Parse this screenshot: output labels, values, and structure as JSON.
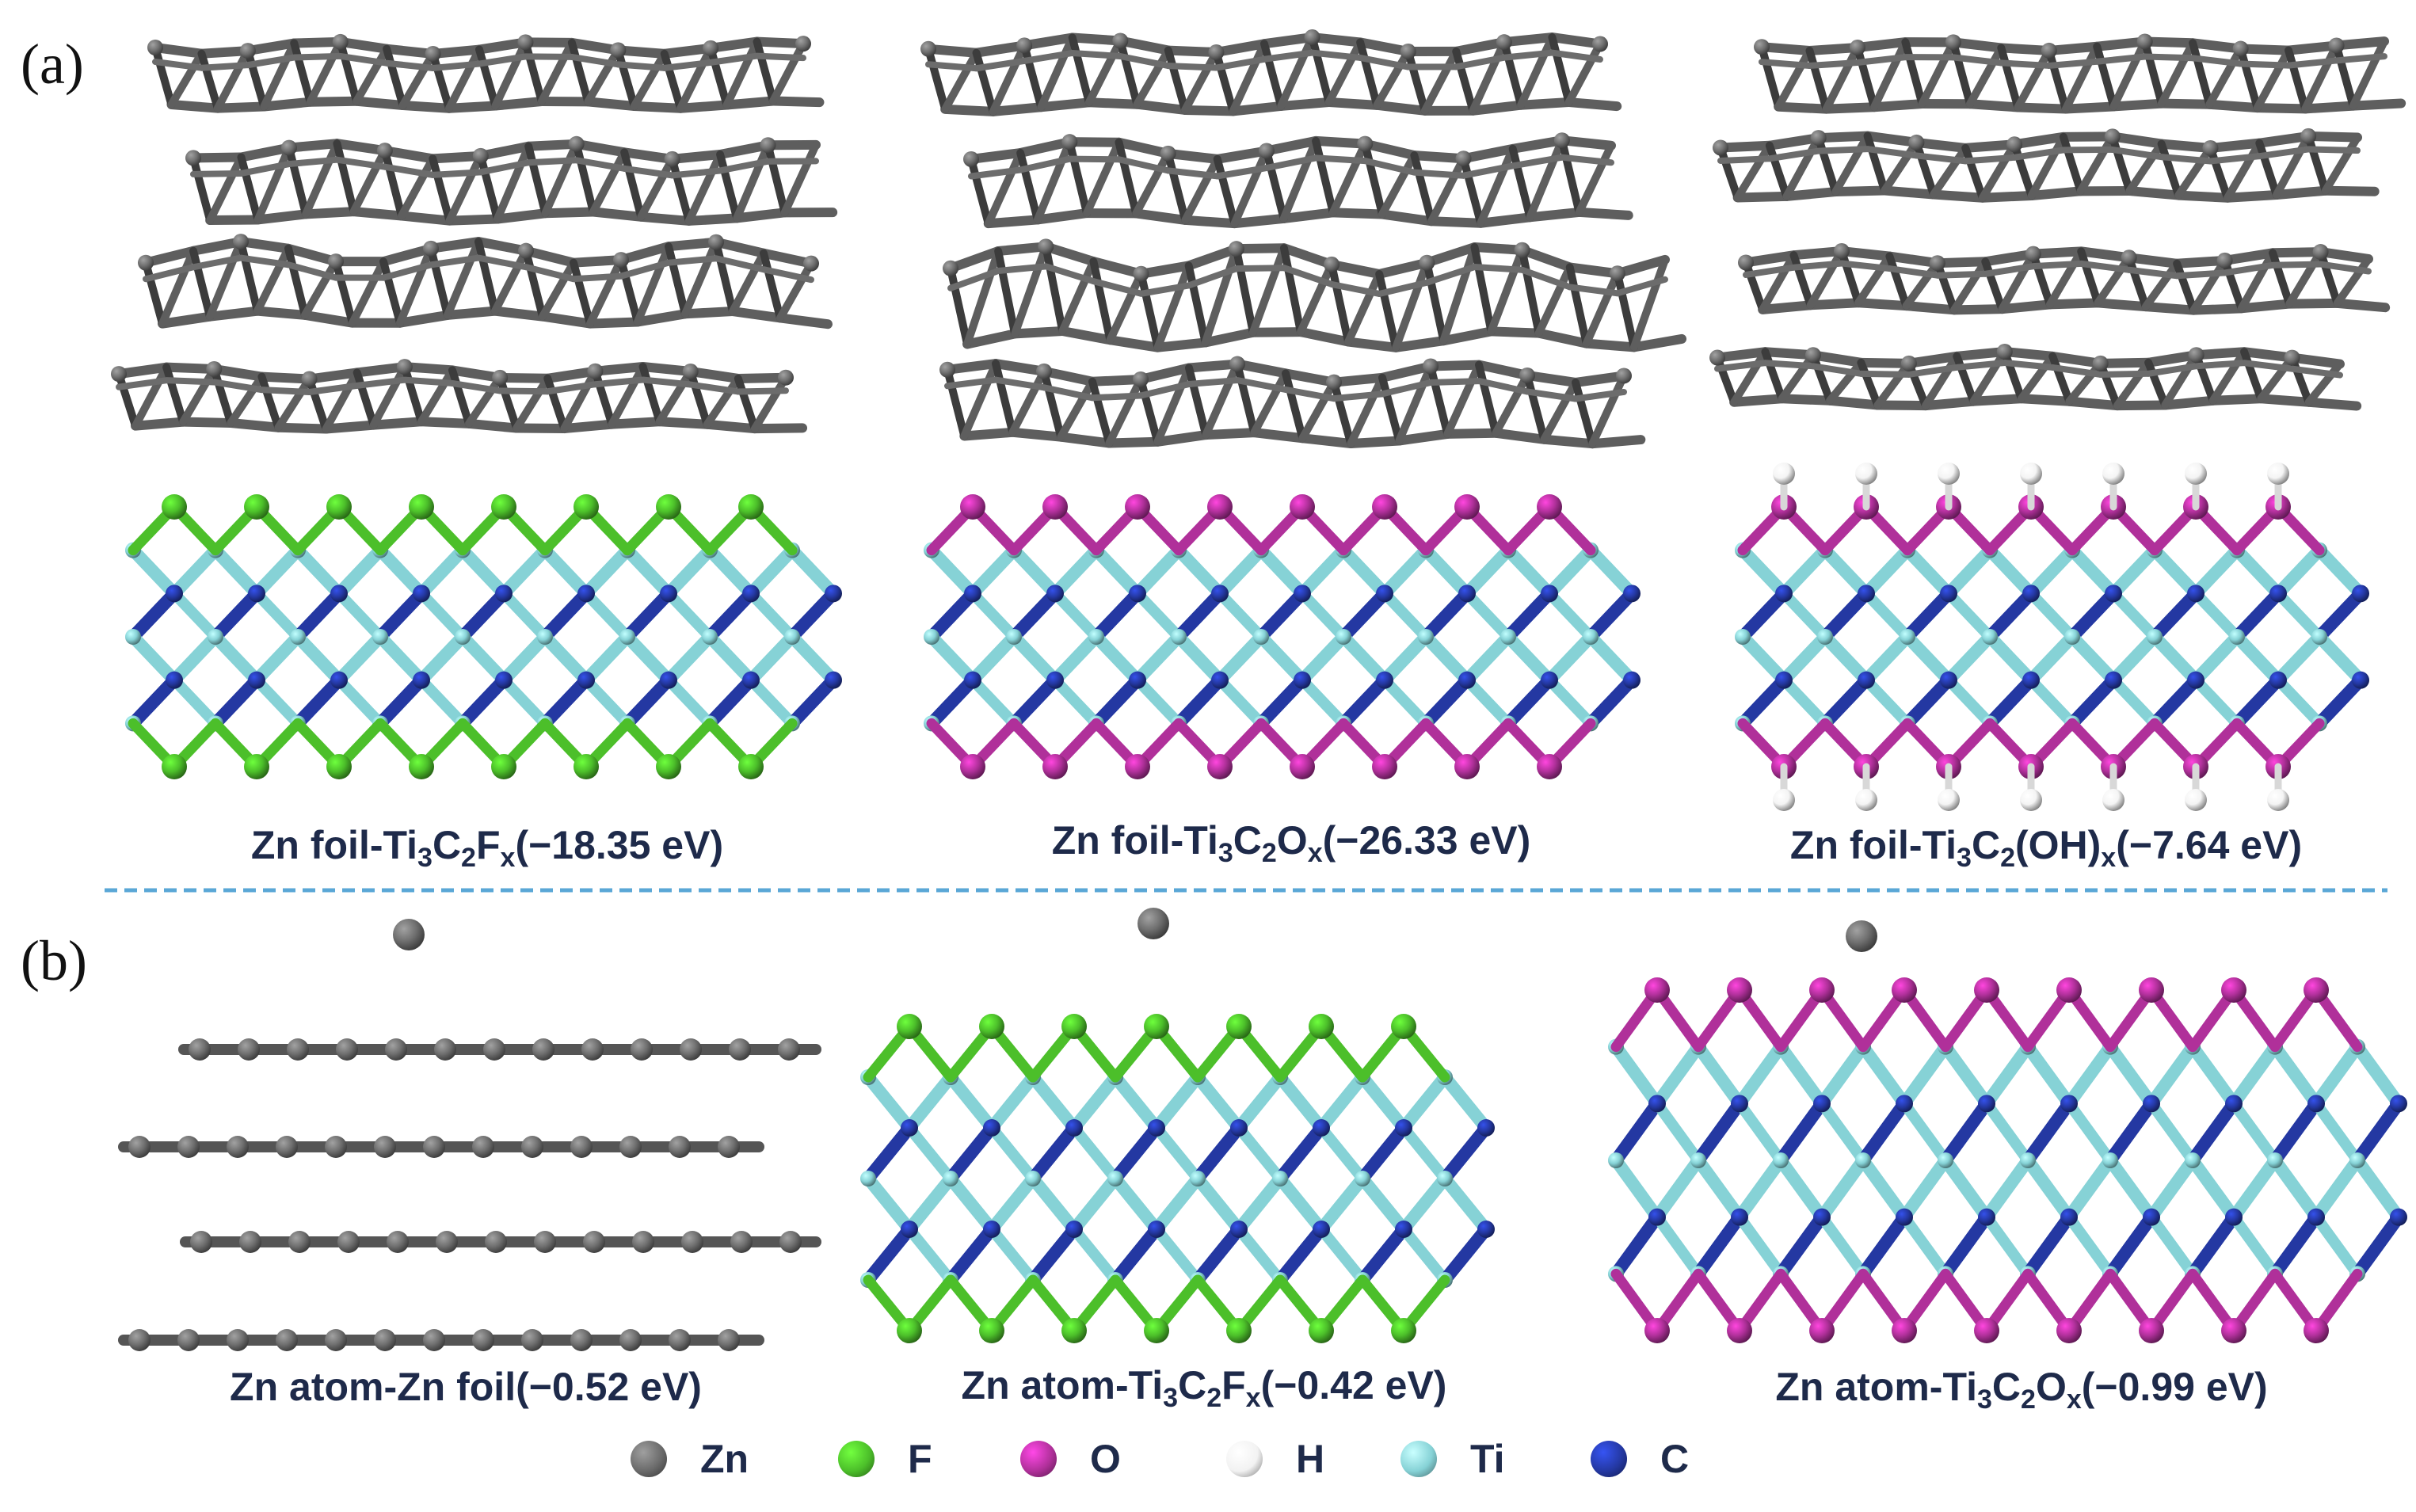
{
  "panels": {
    "a": {
      "label": "(a)"
    },
    "b": {
      "label": "(b)"
    }
  },
  "captions": {
    "a1": {
      "main": "Zn foil-Ti",
      "s1": "3",
      "mid": "C",
      "s2": "2",
      "mid2": "F",
      "s3": "x",
      "energy": "(−18.35 eV)"
    },
    "a2": {
      "main": "Zn foil-Ti",
      "s1": "3",
      "mid": "C",
      "s2": "2",
      "mid2": "O",
      "s3": "x",
      "energy": "(−26.33 eV)"
    },
    "a3": {
      "main": "Zn foil-Ti",
      "s1": "3",
      "mid": "C",
      "s2": "2",
      "mid2": "(OH)",
      "s3": "x",
      "energy": "(−7.64 eV)"
    },
    "b1": {
      "text": "Zn atom-Zn foil(−0.52 eV)"
    },
    "b2": {
      "main": "Zn atom-Ti",
      "s1": "3",
      "mid": "C",
      "s2": "2",
      "mid2": "F",
      "s3": "x",
      "energy": "(−0.42 eV)"
    },
    "b3": {
      "main": "Zn atom-Ti",
      "s1": "3",
      "mid": "C",
      "s2": "2",
      "mid2": "O",
      "s3": "x",
      "energy": "(−0.99 eV)"
    }
  },
  "legend": [
    {
      "label": "Zn",
      "color": "#6a6a6a"
    },
    {
      "label": "F",
      "color": "#4cbf2a"
    },
    {
      "label": "O",
      "color": "#b0309a"
    },
    {
      "label": "H",
      "color": "#f2f2f2"
    },
    {
      "label": "Ti",
      "color": "#86d2d6"
    },
    {
      "label": "C",
      "color": "#2438a2"
    }
  ],
  "colors": {
    "zn": "#707070",
    "f": "#4cbf2a",
    "o": "#b0309a",
    "h": "#f4f4f4",
    "ti": "#86d2d6",
    "c": "#2438a2",
    "divider": "#5aa7d6"
  }
}
